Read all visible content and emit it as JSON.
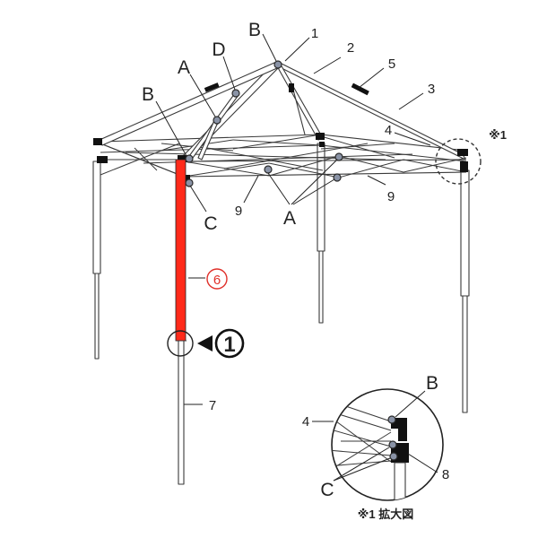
{
  "labels": {
    "part_1": "1",
    "part_2": "2",
    "part_3": "3",
    "part_4": "4",
    "part_5": "5",
    "part_6": "6",
    "part_7": "7",
    "part_8": "8",
    "part_9_left": "9",
    "part_9_right": "9",
    "joint_a_upper": "A",
    "joint_a_lower": "A",
    "joint_b_top": "B",
    "joint_b_left": "B",
    "joint_c_left": "C",
    "joint_d": "D",
    "detail_marker": "※1",
    "step_marker": "1",
    "inset_part_4": "4",
    "inset_part_8": "8",
    "inset_joint_b": "B",
    "inset_joint_c": "C",
    "inset_caption": "※1 拡大図"
  },
  "colors": {
    "highlight_leg": "#ff2a1a",
    "highlight_ring": "#e0302a",
    "frame_stroke": "#3a3a3a",
    "joint_fill": "#8a93a6",
    "bracket": "#111111"
  },
  "icons": {
    "step_marker": "black-triangle-pointer-with-circled-number",
    "detail_zoom": "dashed-circle-magnifier"
  }
}
